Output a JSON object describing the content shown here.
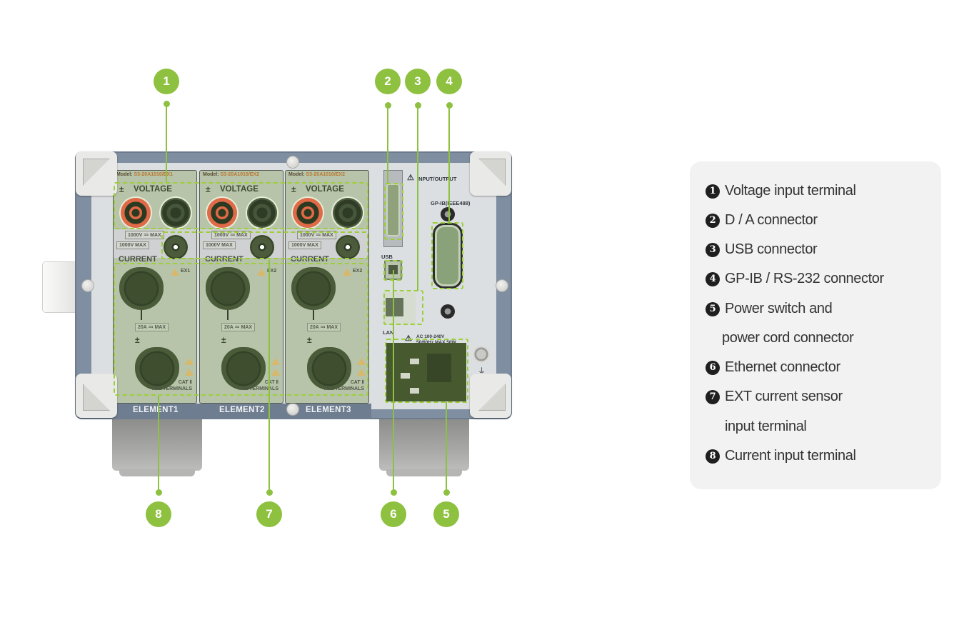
{
  "figure": {
    "title": "Rear panel connectors",
    "accent_color": "#8dc13f"
  },
  "device": {
    "modules": [
      {
        "model_prefix": "Model:",
        "model": "S3-20A1010/EX1",
        "voltage_title": "VOLTAGE",
        "plus_minus": "±",
        "volt_rating_1": "1000V ≕ MAX",
        "volt_rating_2": "1000V MAX",
        "current_title": "CURRENT",
        "ex_label": "EX1",
        "amp_rating": "20A ≕ MAX",
        "cat_label": "CAT Ⅱ",
        "all_terminals": "ALL TERMINALS",
        "element_label": "ELEMENT1"
      },
      {
        "model_prefix": "Model:",
        "model": "S3-20A1010/EX2",
        "voltage_title": "VOLTAGE",
        "plus_minus": "±",
        "volt_rating_1": "1000V ≕ MAX",
        "volt_rating_2": "1000V MAX",
        "current_title": "CURRENT",
        "ex_label": "EX2",
        "amp_rating": "20A ≕ MAX",
        "cat_label": "CAT Ⅱ",
        "all_terminals": "ALL TERMINALS",
        "element_label": "ELEMENT2"
      },
      {
        "model_prefix": "Model:",
        "model": "S3-20A1010/EX2",
        "voltage_title": "VOLTAGE",
        "plus_minus": "±",
        "volt_rating_1": "1000V ≕ MAX",
        "volt_rating_2": "1000V MAX",
        "current_title": "CURRENT",
        "ex_label": "EX2",
        "amp_rating": "20A ≕ MAX",
        "cat_label": "CAT Ⅱ",
        "all_terminals": "ALL TERMINALS",
        "element_label": "ELEMENT3"
      }
    ],
    "io_panel": {
      "input_output_label": "INPUT/OUTPUT",
      "gpib_label": "GP-IB(IEEE488)",
      "usb_label": "USB",
      "lan_label": "LAN",
      "ac_label_1": "AC 100-240V",
      "ac_label_2": "50/60Hz  MAX 50W",
      "warning_symbol": "⚠",
      "ground_symbol": "⏚"
    }
  },
  "callouts": {
    "top": [
      "1",
      "2",
      "3",
      "4"
    ],
    "bottom": [
      "8",
      "7",
      "6",
      "5"
    ]
  },
  "legend": {
    "items": [
      {
        "number": "1",
        "text": "Voltage input terminal"
      },
      {
        "number": "2",
        "text": "D / A connector"
      },
      {
        "number": "3",
        "text": "USB connector"
      },
      {
        "number": "4",
        "text": "GP-IB / RS-232 connector"
      },
      {
        "number": "5",
        "text": "Power switch and",
        "continuation": "power cord connector"
      },
      {
        "number": "6",
        "text": "Ethernet connector"
      },
      {
        "number": "7",
        "text": "EXT current sensor",
        "continuation": "input terminal"
      },
      {
        "number": "8",
        "text": "Current input terminal"
      }
    ]
  }
}
